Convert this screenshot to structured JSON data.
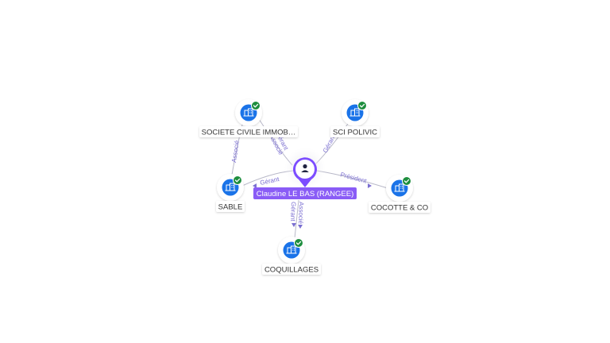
{
  "colors": {
    "accent_purple": "#7c4dff",
    "label_purple": "#8a5cf6",
    "company_blue": "#1a73e8",
    "check_green": "#1e8e3e",
    "edge_gray": "#b8b8c8",
    "edge_text": "#7b6fd1",
    "node_text": "#333333"
  },
  "person": {
    "name": "Claudine LE BAS (RANGEE)",
    "icon": "person-icon"
  },
  "companies": [
    {
      "id": "sci-immob",
      "name": "SOCIETE CIVILE IMMOB…",
      "icon": "building-icon",
      "status_icon": "check-icon"
    },
    {
      "id": "sci-polivic",
      "name": "SCI POLIVIC",
      "icon": "building-icon",
      "status_icon": "check-icon"
    },
    {
      "id": "sable",
      "name": "SABLE",
      "icon": "building-icon",
      "status_icon": "check-icon"
    },
    {
      "id": "cocotte",
      "name": "COCOTTE & CO",
      "icon": "building-icon",
      "status_icon": "check-icon"
    },
    {
      "id": "coquillages",
      "name": "COQUILLAGES",
      "icon": "building-icon",
      "status_icon": "check-icon"
    }
  ],
  "relations": [
    {
      "from": "person",
      "to": "sci-immob",
      "labels": [
        "Gérant",
        "Associé"
      ]
    },
    {
      "from": "person",
      "to": "sci-polivic",
      "labels": [
        "Gérant"
      ]
    },
    {
      "from": "person",
      "to": "sable",
      "labels": [
        "Gérant"
      ]
    },
    {
      "from": "person",
      "to": "cocotte",
      "labels": [
        "Président"
      ]
    },
    {
      "from": "person",
      "to": "coquillages",
      "labels": [
        "Gérant",
        "Associé"
      ]
    },
    {
      "from": "sci-immob",
      "to": "sable",
      "labels": [
        "Associé"
      ]
    }
  ]
}
